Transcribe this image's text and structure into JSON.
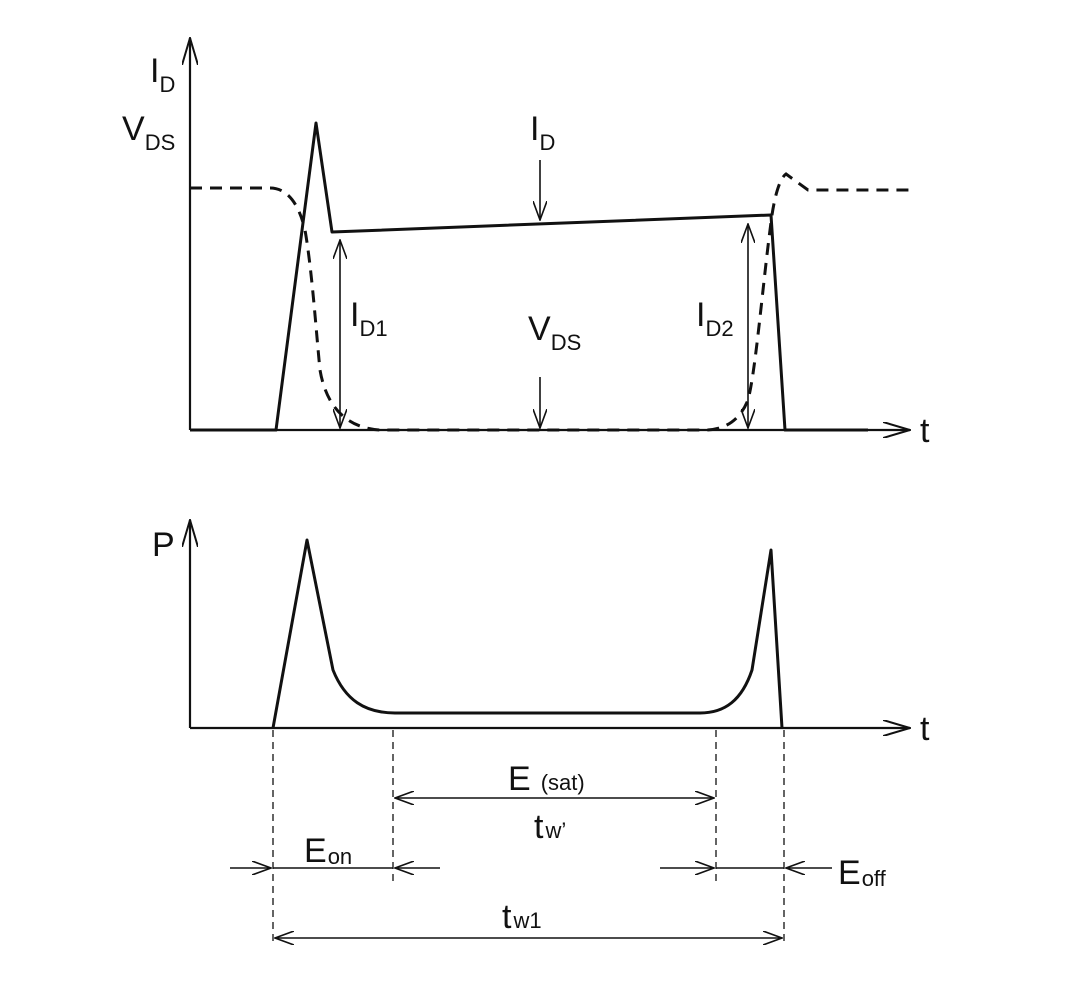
{
  "top_plot": {
    "y_axis_label_1": {
      "main": "I",
      "sub": "D"
    },
    "y_axis_label_2": {
      "main": "V",
      "sub": "DS"
    },
    "x_axis_label": "t",
    "id_label": {
      "main": "I",
      "sub": "D"
    },
    "vds_label": {
      "main": "V",
      "sub": "DS"
    },
    "id1_label": {
      "main": "I",
      "sub": "D1"
    },
    "id2_label": {
      "main": "I",
      "sub": "D2"
    }
  },
  "bottom_plot": {
    "y_axis_label": "P",
    "x_axis_label": "t"
  },
  "intervals": {
    "e_sat": {
      "main": "E",
      "sub": "(sat)"
    },
    "tw_prime": {
      "main": "t",
      "sub": "w’"
    },
    "e_on": {
      "main": "E",
      "sub": "on"
    },
    "e_off": {
      "main": "E",
      "sub": "off"
    },
    "tw1": {
      "main": "t",
      "sub": "w1"
    }
  }
}
